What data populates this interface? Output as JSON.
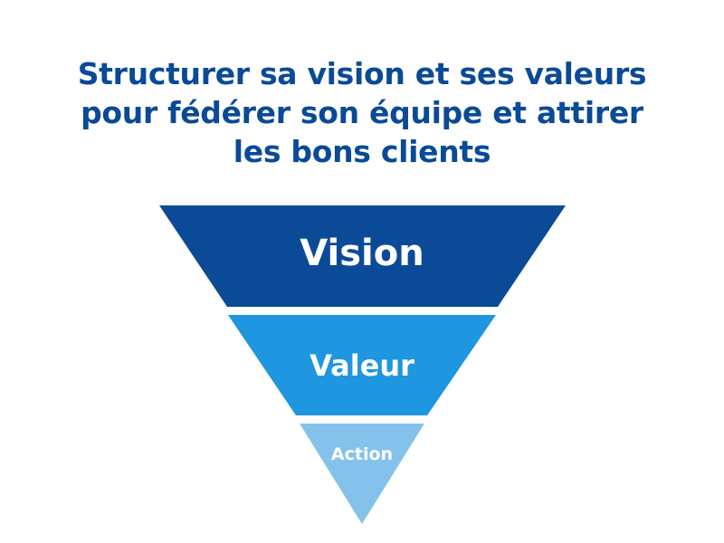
{
  "title": {
    "lines": [
      "Structurer sa vision et ses valeurs",
      "pour fédérer son équipe et attirer",
      "les bons clients"
    ],
    "color": "#0a4a96"
  },
  "pyramid": {
    "tiers": [
      {
        "label": "Vision",
        "color": "#0b4a96"
      },
      {
        "label": "Valeur",
        "color": "#1e96e0"
      },
      {
        "label": "Action",
        "color": "#84c2ec"
      }
    ]
  }
}
